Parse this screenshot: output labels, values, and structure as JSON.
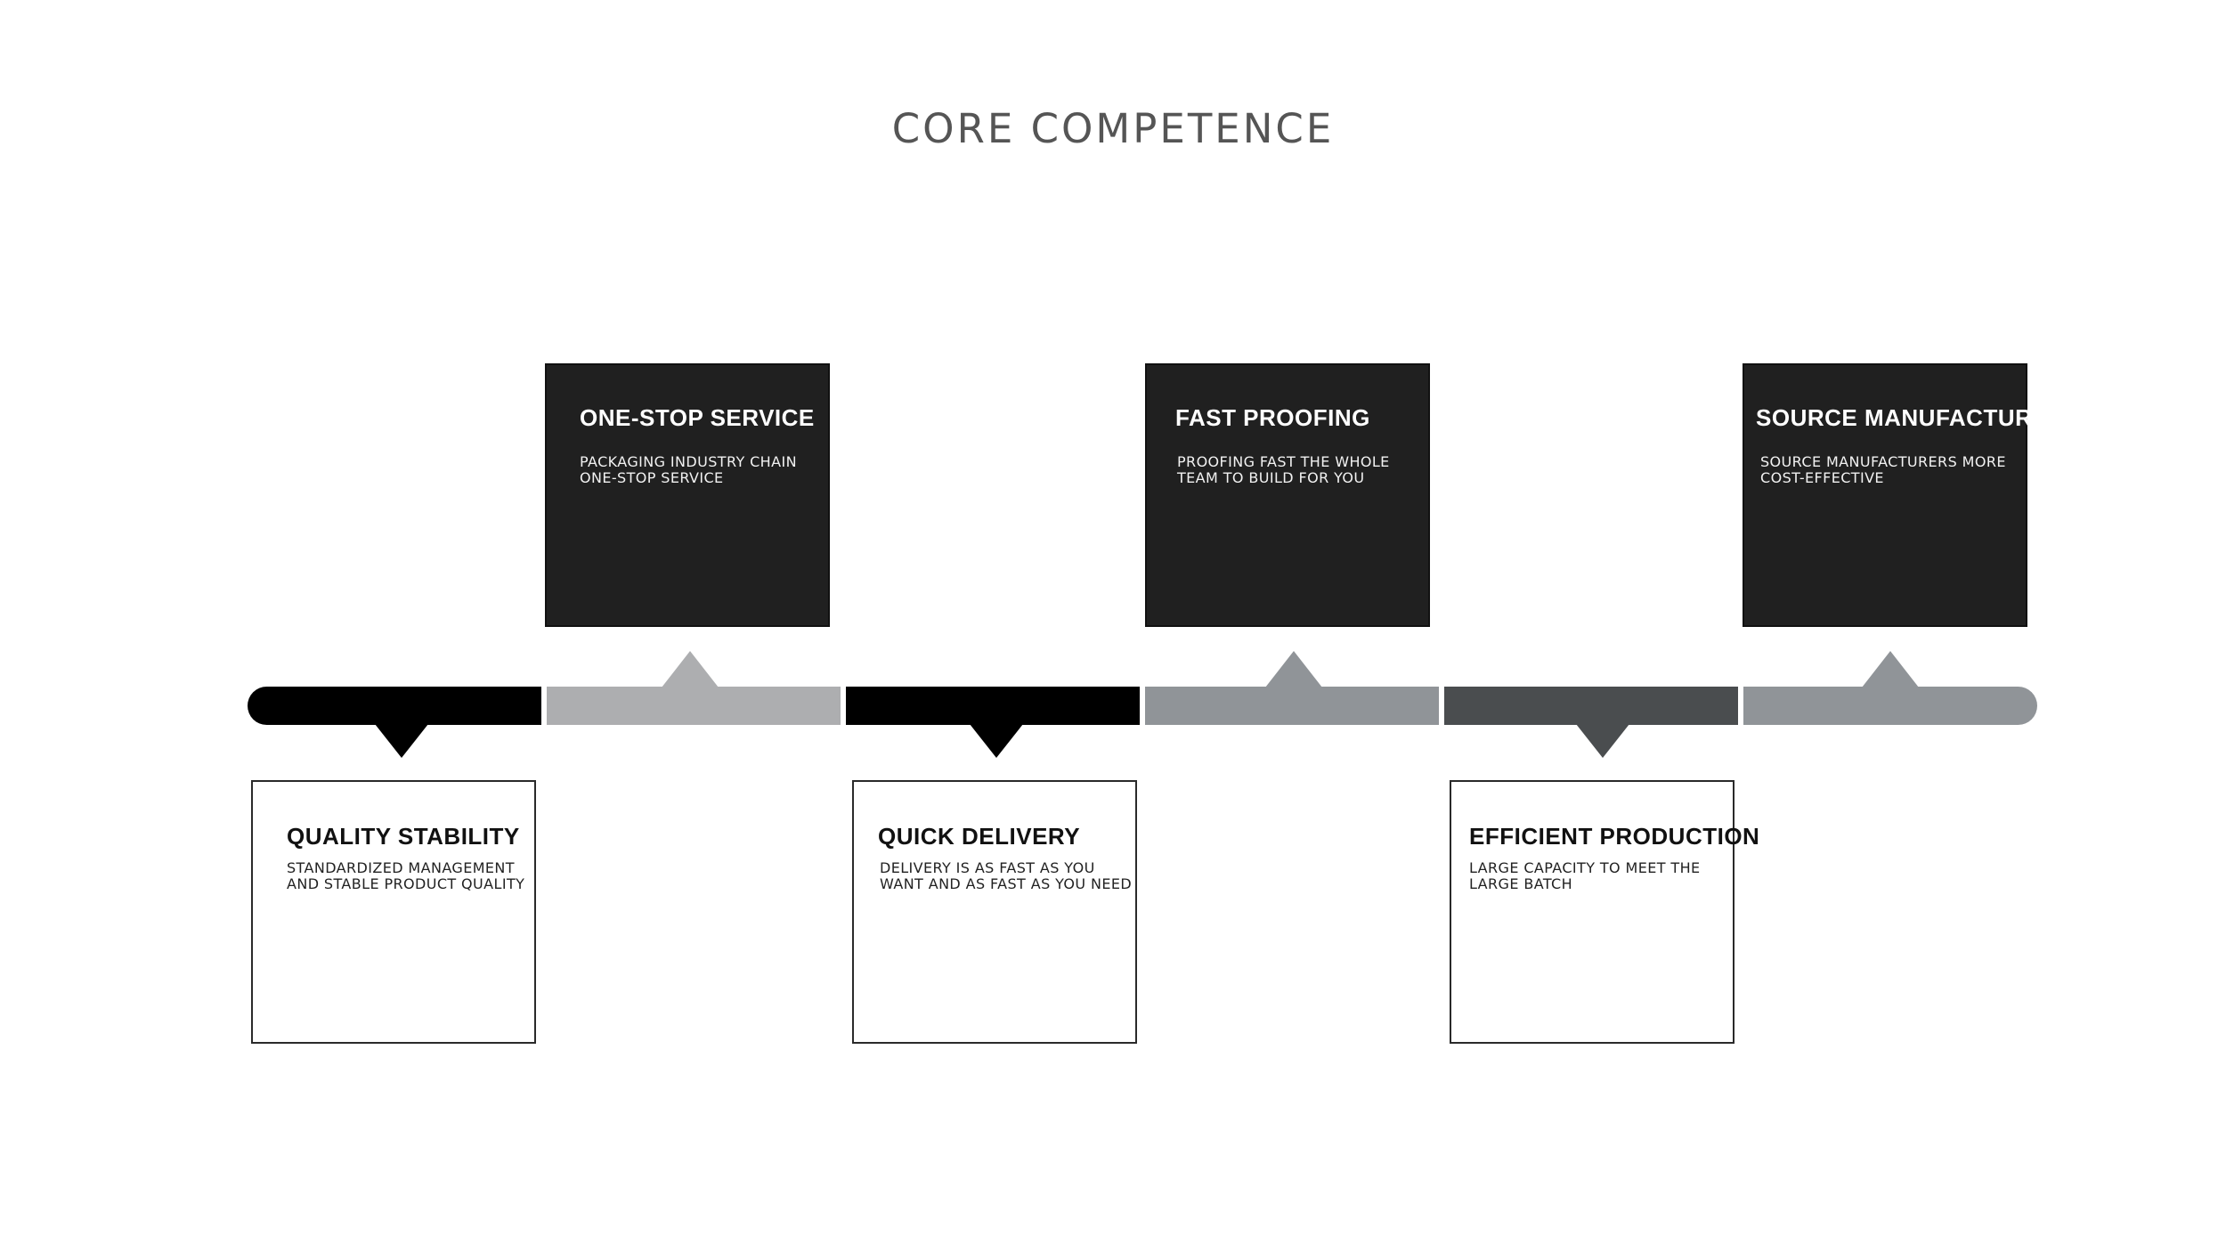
{
  "title": "CORE COMPETENCE",
  "colors": {
    "black": "#000000",
    "light_gray": "#adaeb0",
    "mid_gray": "#909498",
    "dark_gray": "#4a4d4f",
    "card_dark": "#202020",
    "card_light": "#ffffff"
  },
  "items": [
    {
      "title": "QUALITY STABILITY",
      "description": "STANDARDIZED MANAGEMENT\nAND STABLE PRODUCT QUALITY"
    },
    {
      "title": "ONE-STOP SERVICE",
      "description": "PACKAGING INDUSTRY CHAIN\nONE-STOP SERVICE"
    },
    {
      "title": "QUICK DELIVERY",
      "description": "DELIVERY IS AS FAST AS YOU\nWANT AND AS FAST AS YOU NEED"
    },
    {
      "title": "FAST PROOFING",
      "description": "PROOFING FAST THE WHOLE\nTEAM TO BUILD FOR YOU"
    },
    {
      "title": "EFFICIENT PRODUCTION",
      "description": "LARGE CAPACITY TO MEET THE\nLARGE BATCH"
    },
    {
      "title": "SOURCE MANUFACTURER",
      "description": "SOURCE MANUFACTURERS MORE\nCOST-EFFECTIVE"
    }
  ]
}
